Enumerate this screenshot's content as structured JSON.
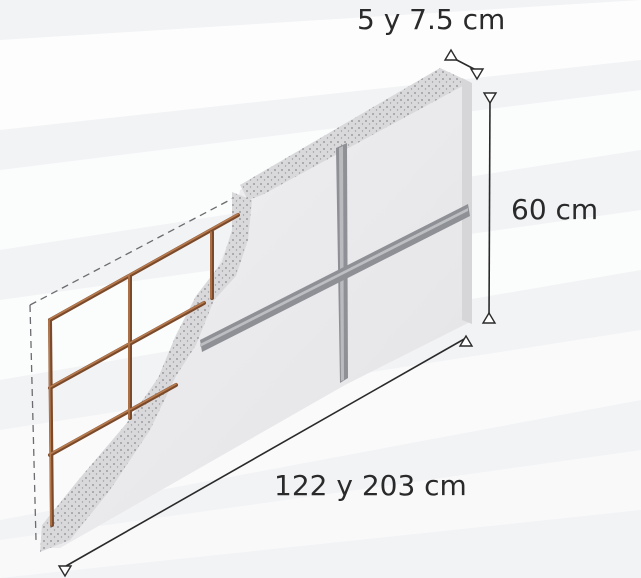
{
  "dimensions": {
    "thickness": "5 y 7.5 cm",
    "height": "60 cm",
    "length": "122 y 203 cm"
  },
  "colors": {
    "background": "#f4f5f7",
    "panel_face": "#ececee",
    "edge_fill": "#d9d9dc",
    "edge_dots": "#8a8a8f",
    "rebar_outer": "#7b4a2a",
    "rebar_inner": "#b77a4e",
    "steel_channel": "#8e9096",
    "dimension_line": "#2a2a2a"
  },
  "icons": {
    "dimension_marker": "triangle-arrow-icon"
  }
}
